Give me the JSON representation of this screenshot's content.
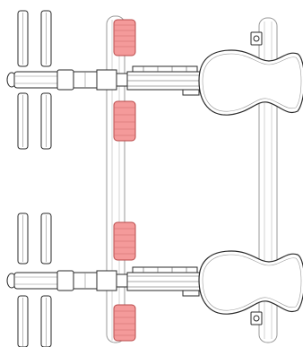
{
  "drawing": {
    "kind": "technical line drawing",
    "view": "top view",
    "colors": {
      "background": "#ffffff",
      "line": "#2a2a2a",
      "pad_fill": "#f49a9a",
      "pad_stroke": "#b84a4a",
      "light_line": "#9a9a9a"
    },
    "assemblies": [
      {
        "name": "upper-arm-assembly"
      },
      {
        "name": "lower-arm-assembly"
      }
    ]
  }
}
